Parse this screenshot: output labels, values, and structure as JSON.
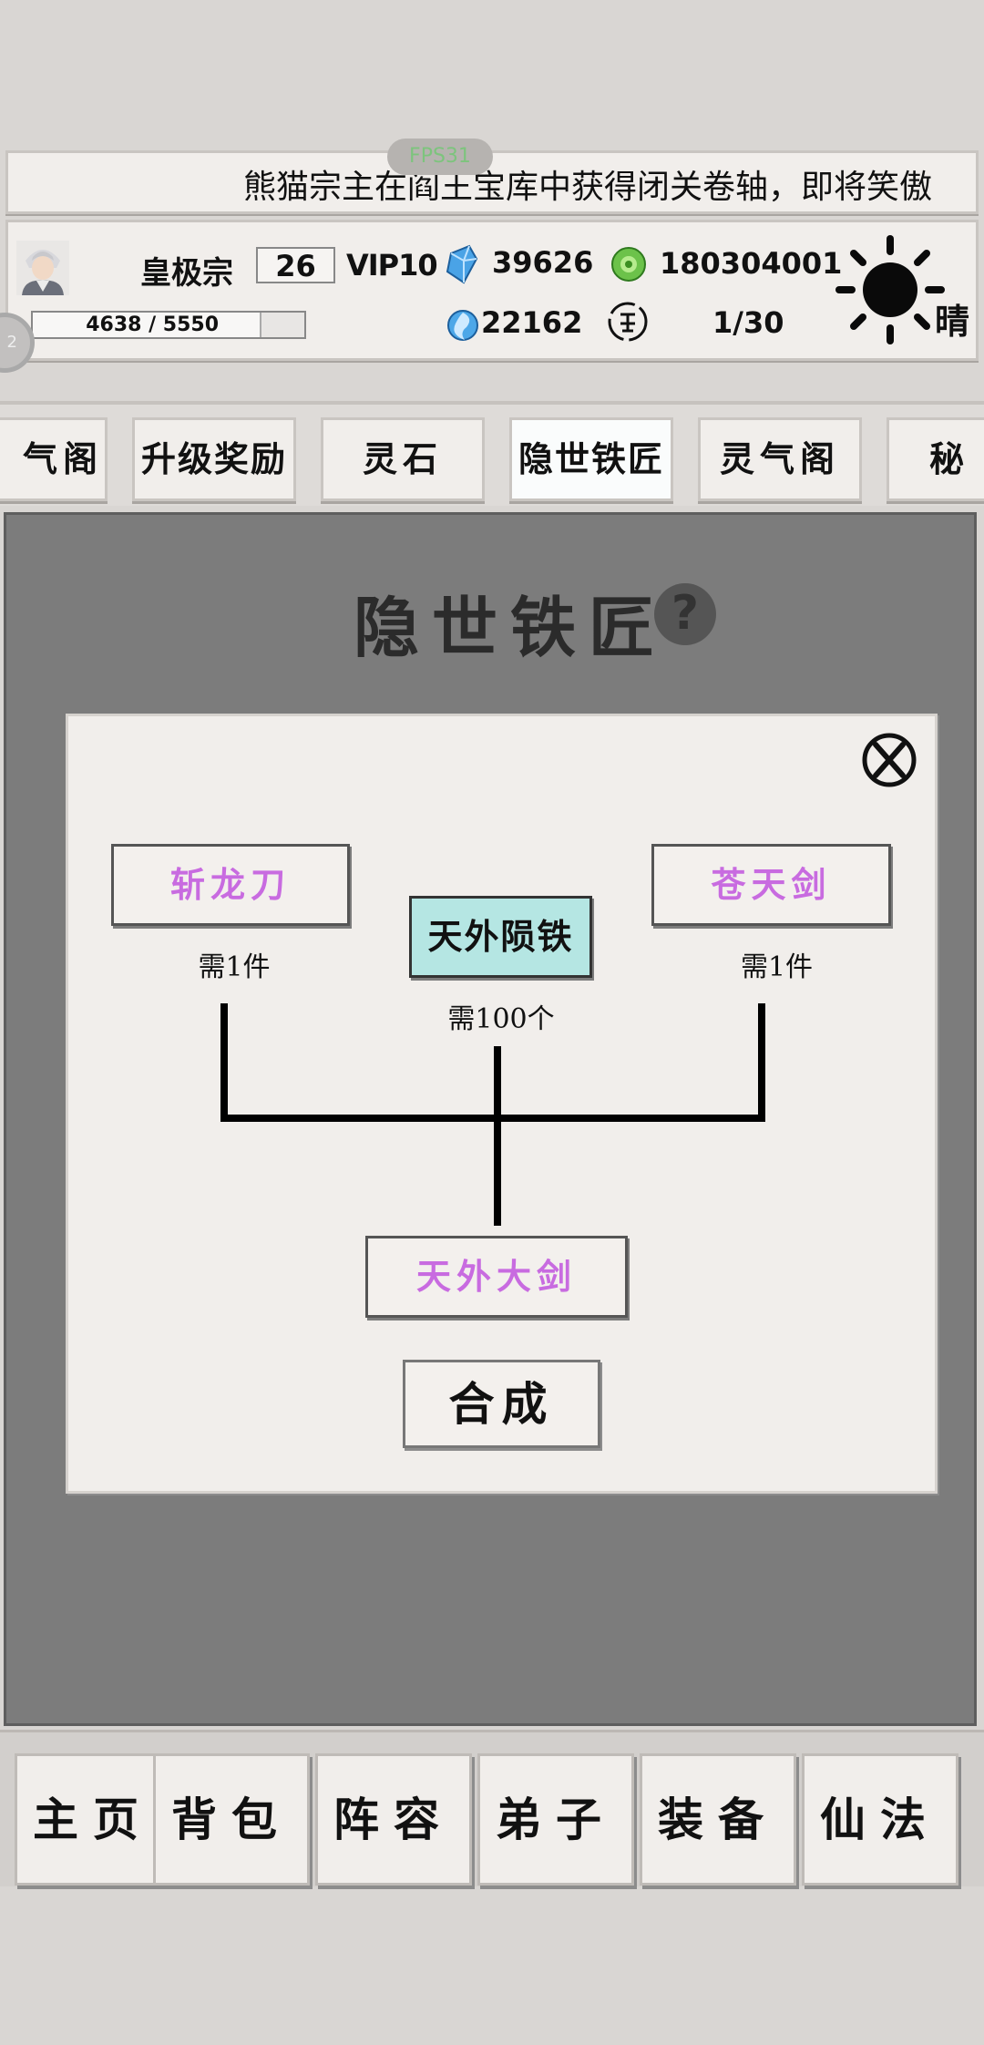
{
  "fps": "FPS31",
  "ticker": "熊猫宗主在阎王宝库中获得闭关卷轴，即将笑傲",
  "player": {
    "name": "皇极宗",
    "level": "26",
    "vip": "VIP10",
    "exp": "4638 / 5550",
    "exp_progress": 0.836
  },
  "resources": {
    "diamond": "39626",
    "jade": "180304001",
    "spirit": "22162",
    "stamina": "1/30"
  },
  "weather": "晴",
  "bubble_badge": "2",
  "tabs": [
    "气阁",
    "升级奖励",
    "灵石",
    "隐世铁匠",
    "灵气阁",
    "秘"
  ],
  "active_tab": "隐世铁匠",
  "page_title": "隐世铁匠",
  "help_symbol": "?",
  "recipe": {
    "left_item": "斩龙刀",
    "left_need": "需1件",
    "center_item": "天外陨铁",
    "center_need": "需100个",
    "right_item": "苍天剑",
    "right_need": "需1件",
    "result_item": "天外大剑",
    "synth_label": "合成"
  },
  "nav": [
    "主页",
    "背包",
    "阵容",
    "弟子",
    "装备",
    "仙法"
  ],
  "colors": {
    "pink": "#c86be0",
    "highlight": "#b5e6e3",
    "panel": "#7c7c7c"
  }
}
